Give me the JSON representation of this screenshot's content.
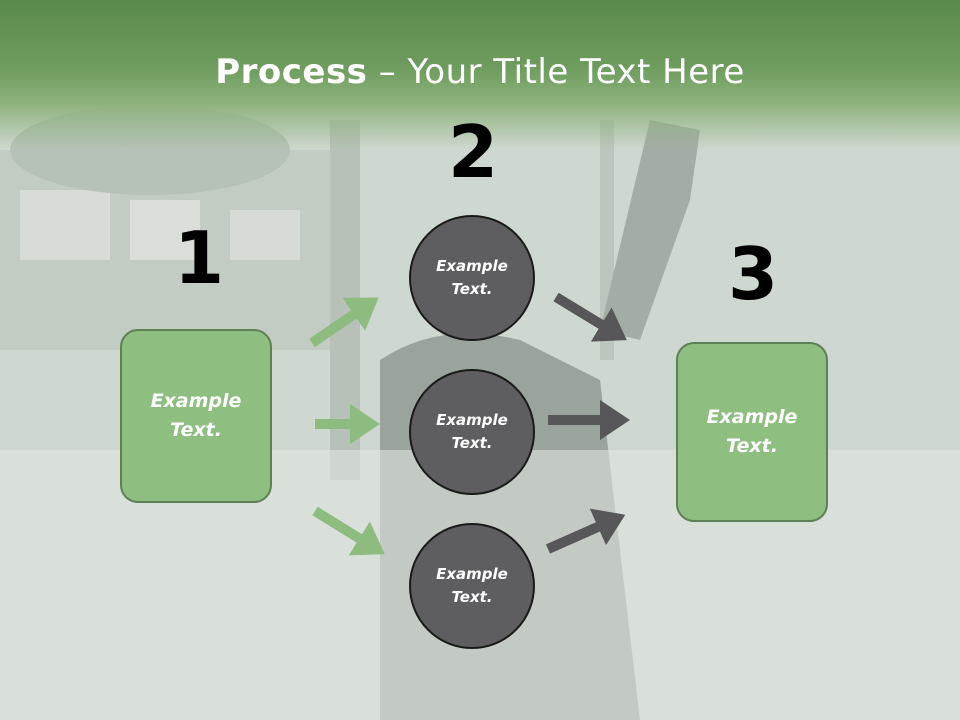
{
  "title": {
    "bold": "Process",
    "rest": " – Your Title Text Here"
  },
  "steps": [
    {
      "number": "1",
      "label": "Example\nText."
    },
    {
      "number": "2",
      "items": [
        "Example\nText.",
        "Example\nText.",
        "Example\nText."
      ]
    },
    {
      "number": "3",
      "label": "Example\nText."
    }
  ],
  "colors": {
    "title_bar": "#6e9c5e",
    "box_fill": "#8fbe81",
    "circle_fill": "#5e5e60",
    "arrow_green": "#8dbb80",
    "arrow_gray": "#575759"
  }
}
